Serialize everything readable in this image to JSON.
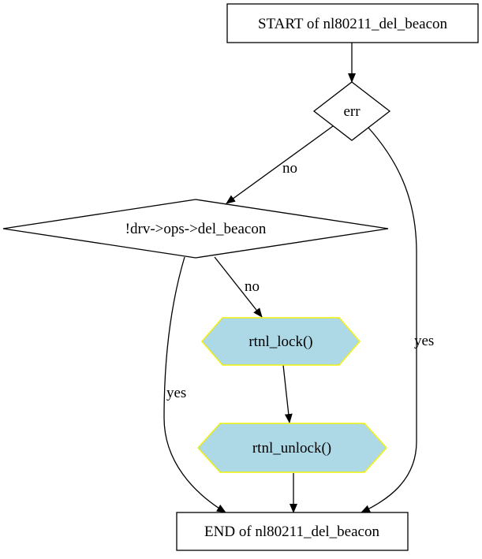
{
  "diagram": {
    "nodes": {
      "start": {
        "label": "START of nl80211_del_beacon",
        "shape": "box"
      },
      "err": {
        "label": "err",
        "shape": "diamond"
      },
      "check_ops": {
        "label": "!drv->ops->del_beacon",
        "shape": "diamond"
      },
      "rtnl_lock": {
        "label": "rtnl_lock()",
        "shape": "hexagon"
      },
      "rtnl_unlock": {
        "label": "rtnl_unlock()",
        "shape": "hexagon"
      },
      "end": {
        "label": "END of nl80211_del_beacon",
        "shape": "box"
      }
    },
    "edges": {
      "start_to_err": {
        "from": "start",
        "to": "err",
        "label": ""
      },
      "err_no": {
        "from": "err",
        "to": "check_ops",
        "label": "no"
      },
      "err_yes": {
        "from": "err",
        "to": "end",
        "label": "yes"
      },
      "ops_no": {
        "from": "check_ops",
        "to": "rtnl_lock",
        "label": "no"
      },
      "ops_yes": {
        "from": "check_ops",
        "to": "end",
        "label": "yes"
      },
      "lock_to_unlock": {
        "from": "rtnl_lock",
        "to": "rtnl_unlock",
        "label": ""
      },
      "unlock_to_end": {
        "from": "rtnl_unlock",
        "to": "end",
        "label": ""
      }
    },
    "colors": {
      "function_fill": "#add8e6",
      "function_stroke": "#f2f20a",
      "line": "#000000"
    }
  }
}
